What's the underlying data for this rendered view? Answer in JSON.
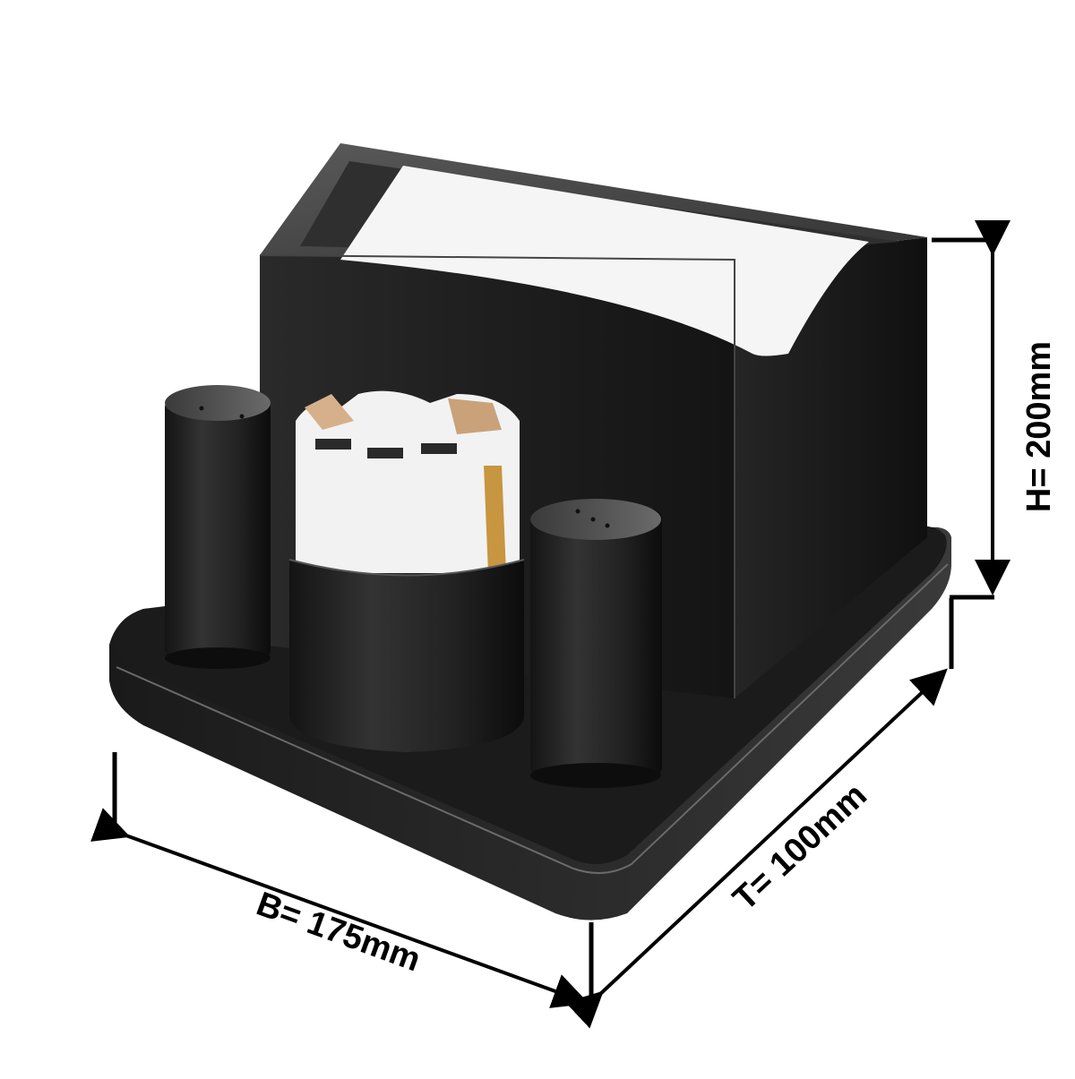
{
  "product": {
    "name": "Black table organizer with napkin dispenser, salt & pepper shakers and sugar-sachet cup",
    "colors": {
      "background": "#ffffff",
      "body_dark": "#1c1c1c",
      "body_mid": "#2e2e2e",
      "rim": "#4a4a4a",
      "napkins": "#f4f4f4",
      "sachet_brown": "#c9a27a",
      "annotation": "#000000"
    }
  },
  "dimensions": {
    "height": {
      "label": "H= 200mm",
      "value": 200,
      "unit": "mm"
    },
    "width": {
      "label": "B= 175mm",
      "value": 175,
      "unit": "mm"
    },
    "depth": {
      "label": "T= 100mm",
      "value": 100,
      "unit": "mm"
    }
  },
  "components": {
    "napkin_holder": "napkin-dispenser",
    "shaker_left_holes": 2,
    "shaker_right_holes": 3,
    "sachet_cup": "sugar-sachet-cup"
  }
}
